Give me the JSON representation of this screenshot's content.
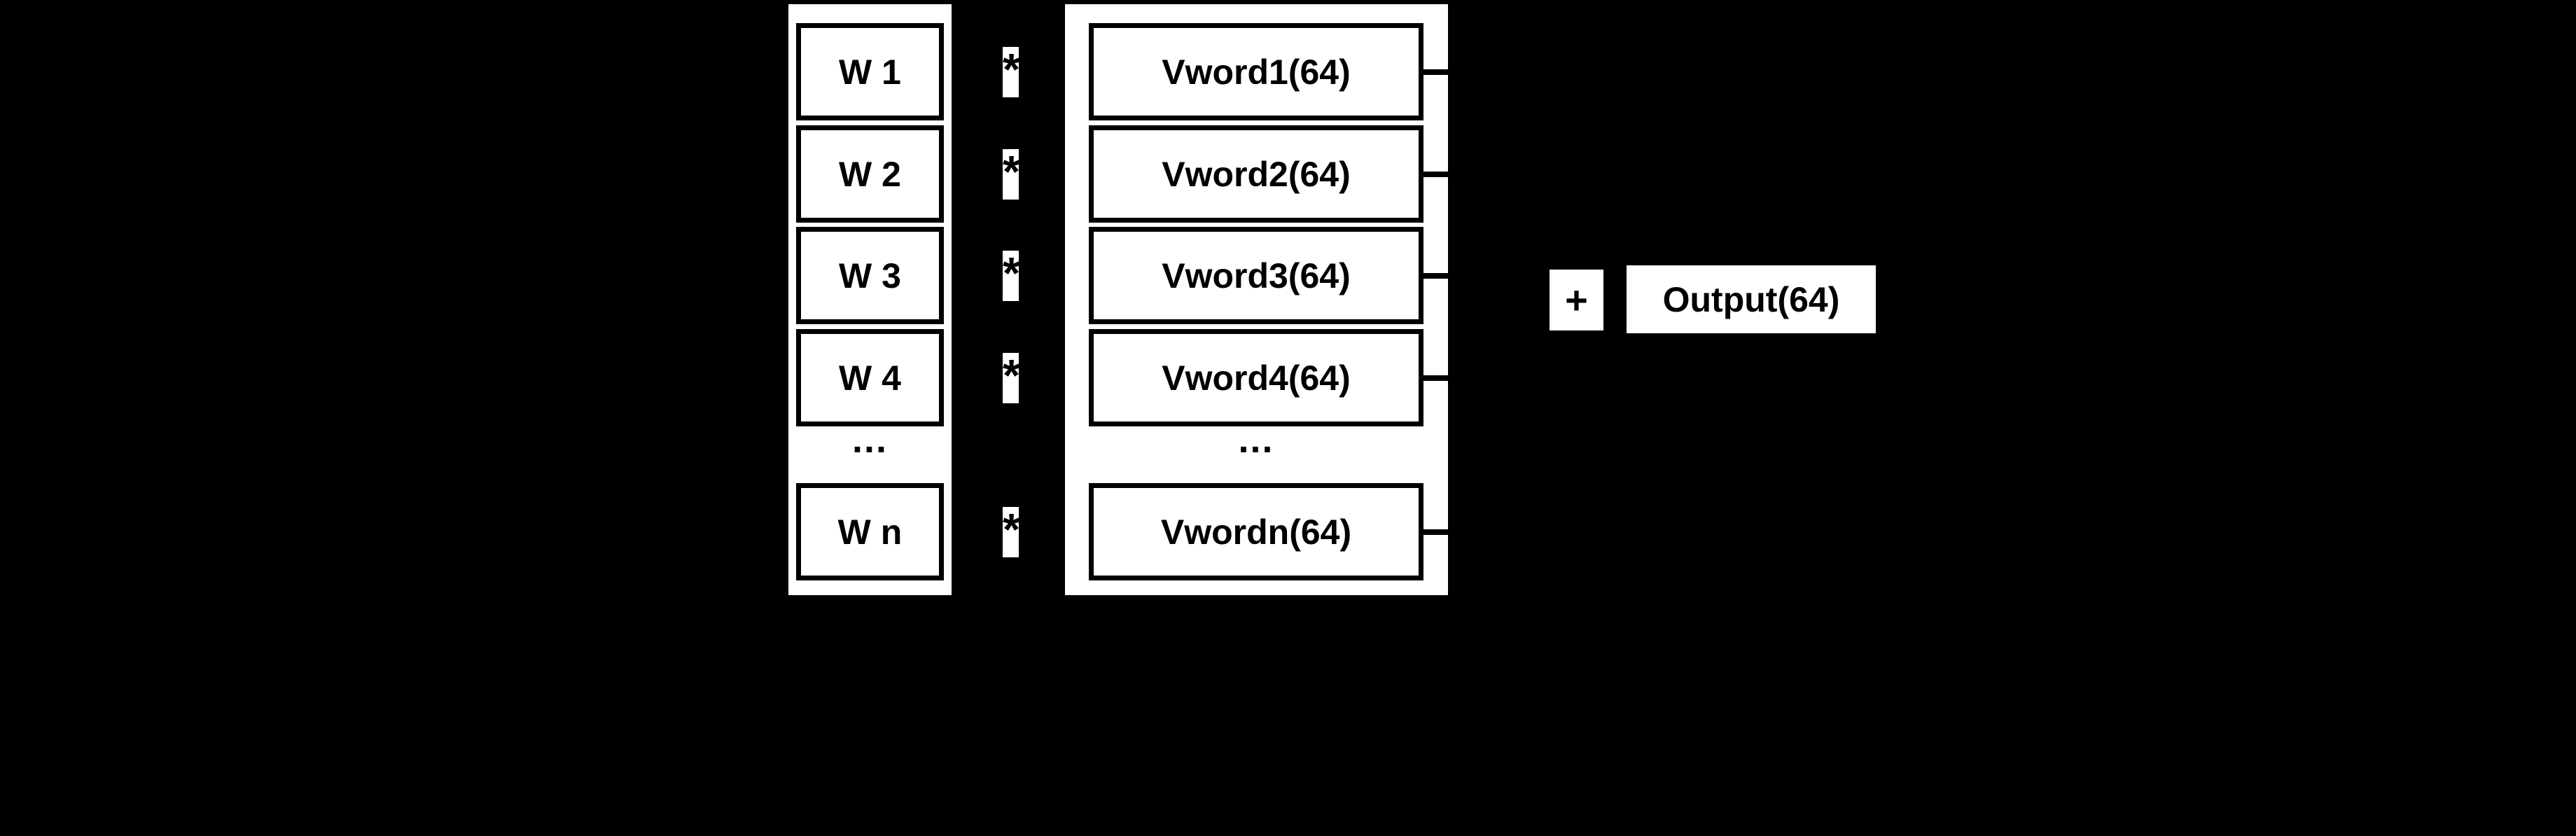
{
  "diagram": {
    "title_hint": "weighted sum of word vectors",
    "colors": {
      "background": "#000000",
      "node_fill": "#ffffff",
      "node_border": "#000000",
      "text": "#000000",
      "connector": "#000000"
    },
    "weights_column": {
      "rows": [
        "W 1",
        "W 2",
        "W 3",
        "W 4",
        "W n"
      ],
      "ellipsis": "..."
    },
    "multiply_symbol": "*",
    "vectors_column": {
      "rows": [
        "Vword1(64)",
        "Vword2(64)",
        "Vword3(64)",
        "Vword4(64)",
        "Vwordn(64)"
      ],
      "ellipsis": "..."
    },
    "sum_symbol": "+",
    "output": {
      "label": "Output(64)"
    }
  }
}
